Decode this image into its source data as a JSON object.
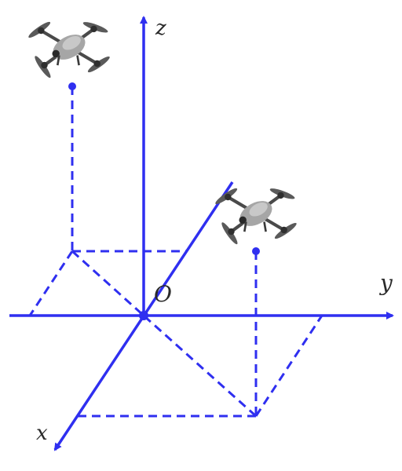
{
  "axes": {
    "z_label": "z",
    "y_label": "y",
    "x_label": "x",
    "origin_label": "O"
  },
  "colors": {
    "axis": "#2f2ff0",
    "dashed": "#2f2ff0",
    "drone_body": "#9a9a9a",
    "drone_dark": "#3a3a3a",
    "label": "#2a2a2a"
  },
  "icons": {
    "drone_1": "drone-icon",
    "drone_2": "drone-icon"
  }
}
